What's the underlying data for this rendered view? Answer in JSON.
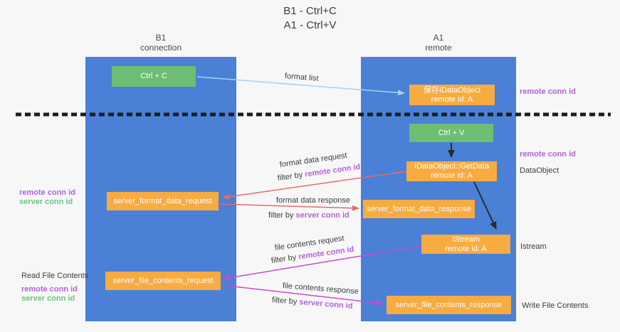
{
  "title": {
    "line1": "B1 - Ctrl+C",
    "line2": "A1 - Ctrl+V"
  },
  "lanes": {
    "left": {
      "name": "B1",
      "role": "connection"
    },
    "right": {
      "name": "A1",
      "role": "remote"
    }
  },
  "nodes": {
    "ctrl_c": {
      "label": "Ctrl + C"
    },
    "saved_dataobject": {
      "line1": "保存IDataObject",
      "line2": "remote id: A"
    },
    "ctrl_v": {
      "label": "Ctrl + V"
    },
    "getdata": {
      "line1": "IDataObject::GetData",
      "line2": "remote id: A"
    },
    "format_request": {
      "label": "server_format_data_request"
    },
    "format_response": {
      "label": "server_format_data_response"
    },
    "istream": {
      "line1": "IStream",
      "line2": "remote id: A"
    },
    "file_request": {
      "label": "server_file_contents_request"
    },
    "file_response": {
      "label": "server_file_contents_response"
    }
  },
  "side_labels": {
    "right_top_remote_conn_id": "remote conn id",
    "right_mid_remote_conn_id": "remote conn id",
    "dataobject": "DataObject",
    "istream": "Istream",
    "write_file_contents": "Write File Contents",
    "left_mid_remote_conn_id": "remote conn id",
    "left_mid_server_conn_id": "server conn id",
    "read_file_contents": "Read File Contents",
    "left_bottom_remote_conn_id": "remote conn id",
    "left_bottom_server_conn_id": "server conn id"
  },
  "arrow_labels": {
    "format_list": "format list",
    "format_data_request": "format data request",
    "format_data_response": "format data response",
    "file_contents_request": "file contents request",
    "file_contents_response": "file contents response",
    "filter_by": "filter by",
    "remote_conn_id": "remote conn id",
    "server_conn_id": "server conn id"
  },
  "colors": {
    "lane_blue": "#4a81d6",
    "node_orange": "#f8ab40",
    "node_green": "#6dbe72",
    "conn_id_purple": "#b164d4",
    "conn_id_green": "#6cc47c",
    "arrow_red": "#e66a6a",
    "arrow_magenta": "#cc49cc",
    "arrow_lightblue": "#a5d3ef",
    "arrow_black": "#2b2b2b",
    "background": "#f7f7f8"
  }
}
